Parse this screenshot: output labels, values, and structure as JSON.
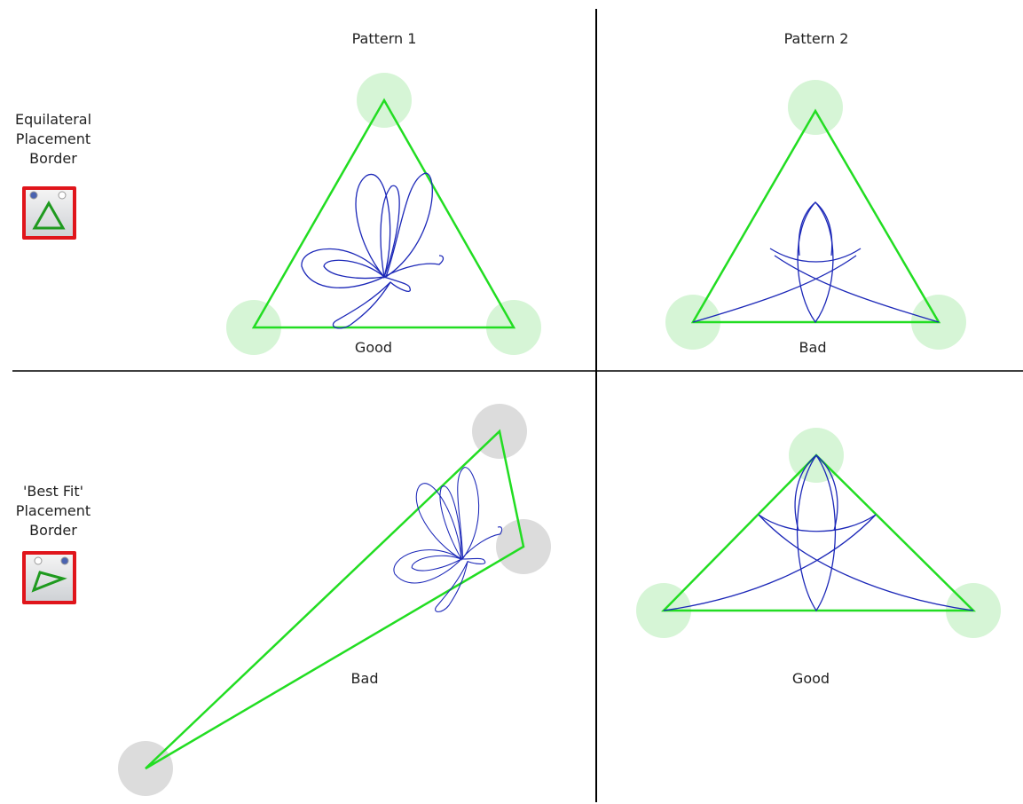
{
  "columns": {
    "pattern1": "Pattern 1",
    "pattern2": "Pattern 2"
  },
  "rows": {
    "equilateral": [
      "Equilateral",
      "Placement",
      "Border"
    ],
    "best_fit": [
      "'Best Fit'",
      "Placement",
      "Border"
    ]
  },
  "results": {
    "top_left": "Good",
    "top_right": "Bad",
    "bottom_left": "Bad",
    "bottom_right": "Good"
  },
  "colors": {
    "border_line": "#22dd22",
    "pattern_stroke": "#1c28b8",
    "good_anchor": "#c8f2c8",
    "bad_anchor": "#d6d6d6",
    "icon_frame": "#e0151b",
    "divider": "#000000"
  },
  "icons": {
    "equilateral": "equilateral-triangle-icon",
    "best_fit": "best-fit-triangle-icon"
  }
}
